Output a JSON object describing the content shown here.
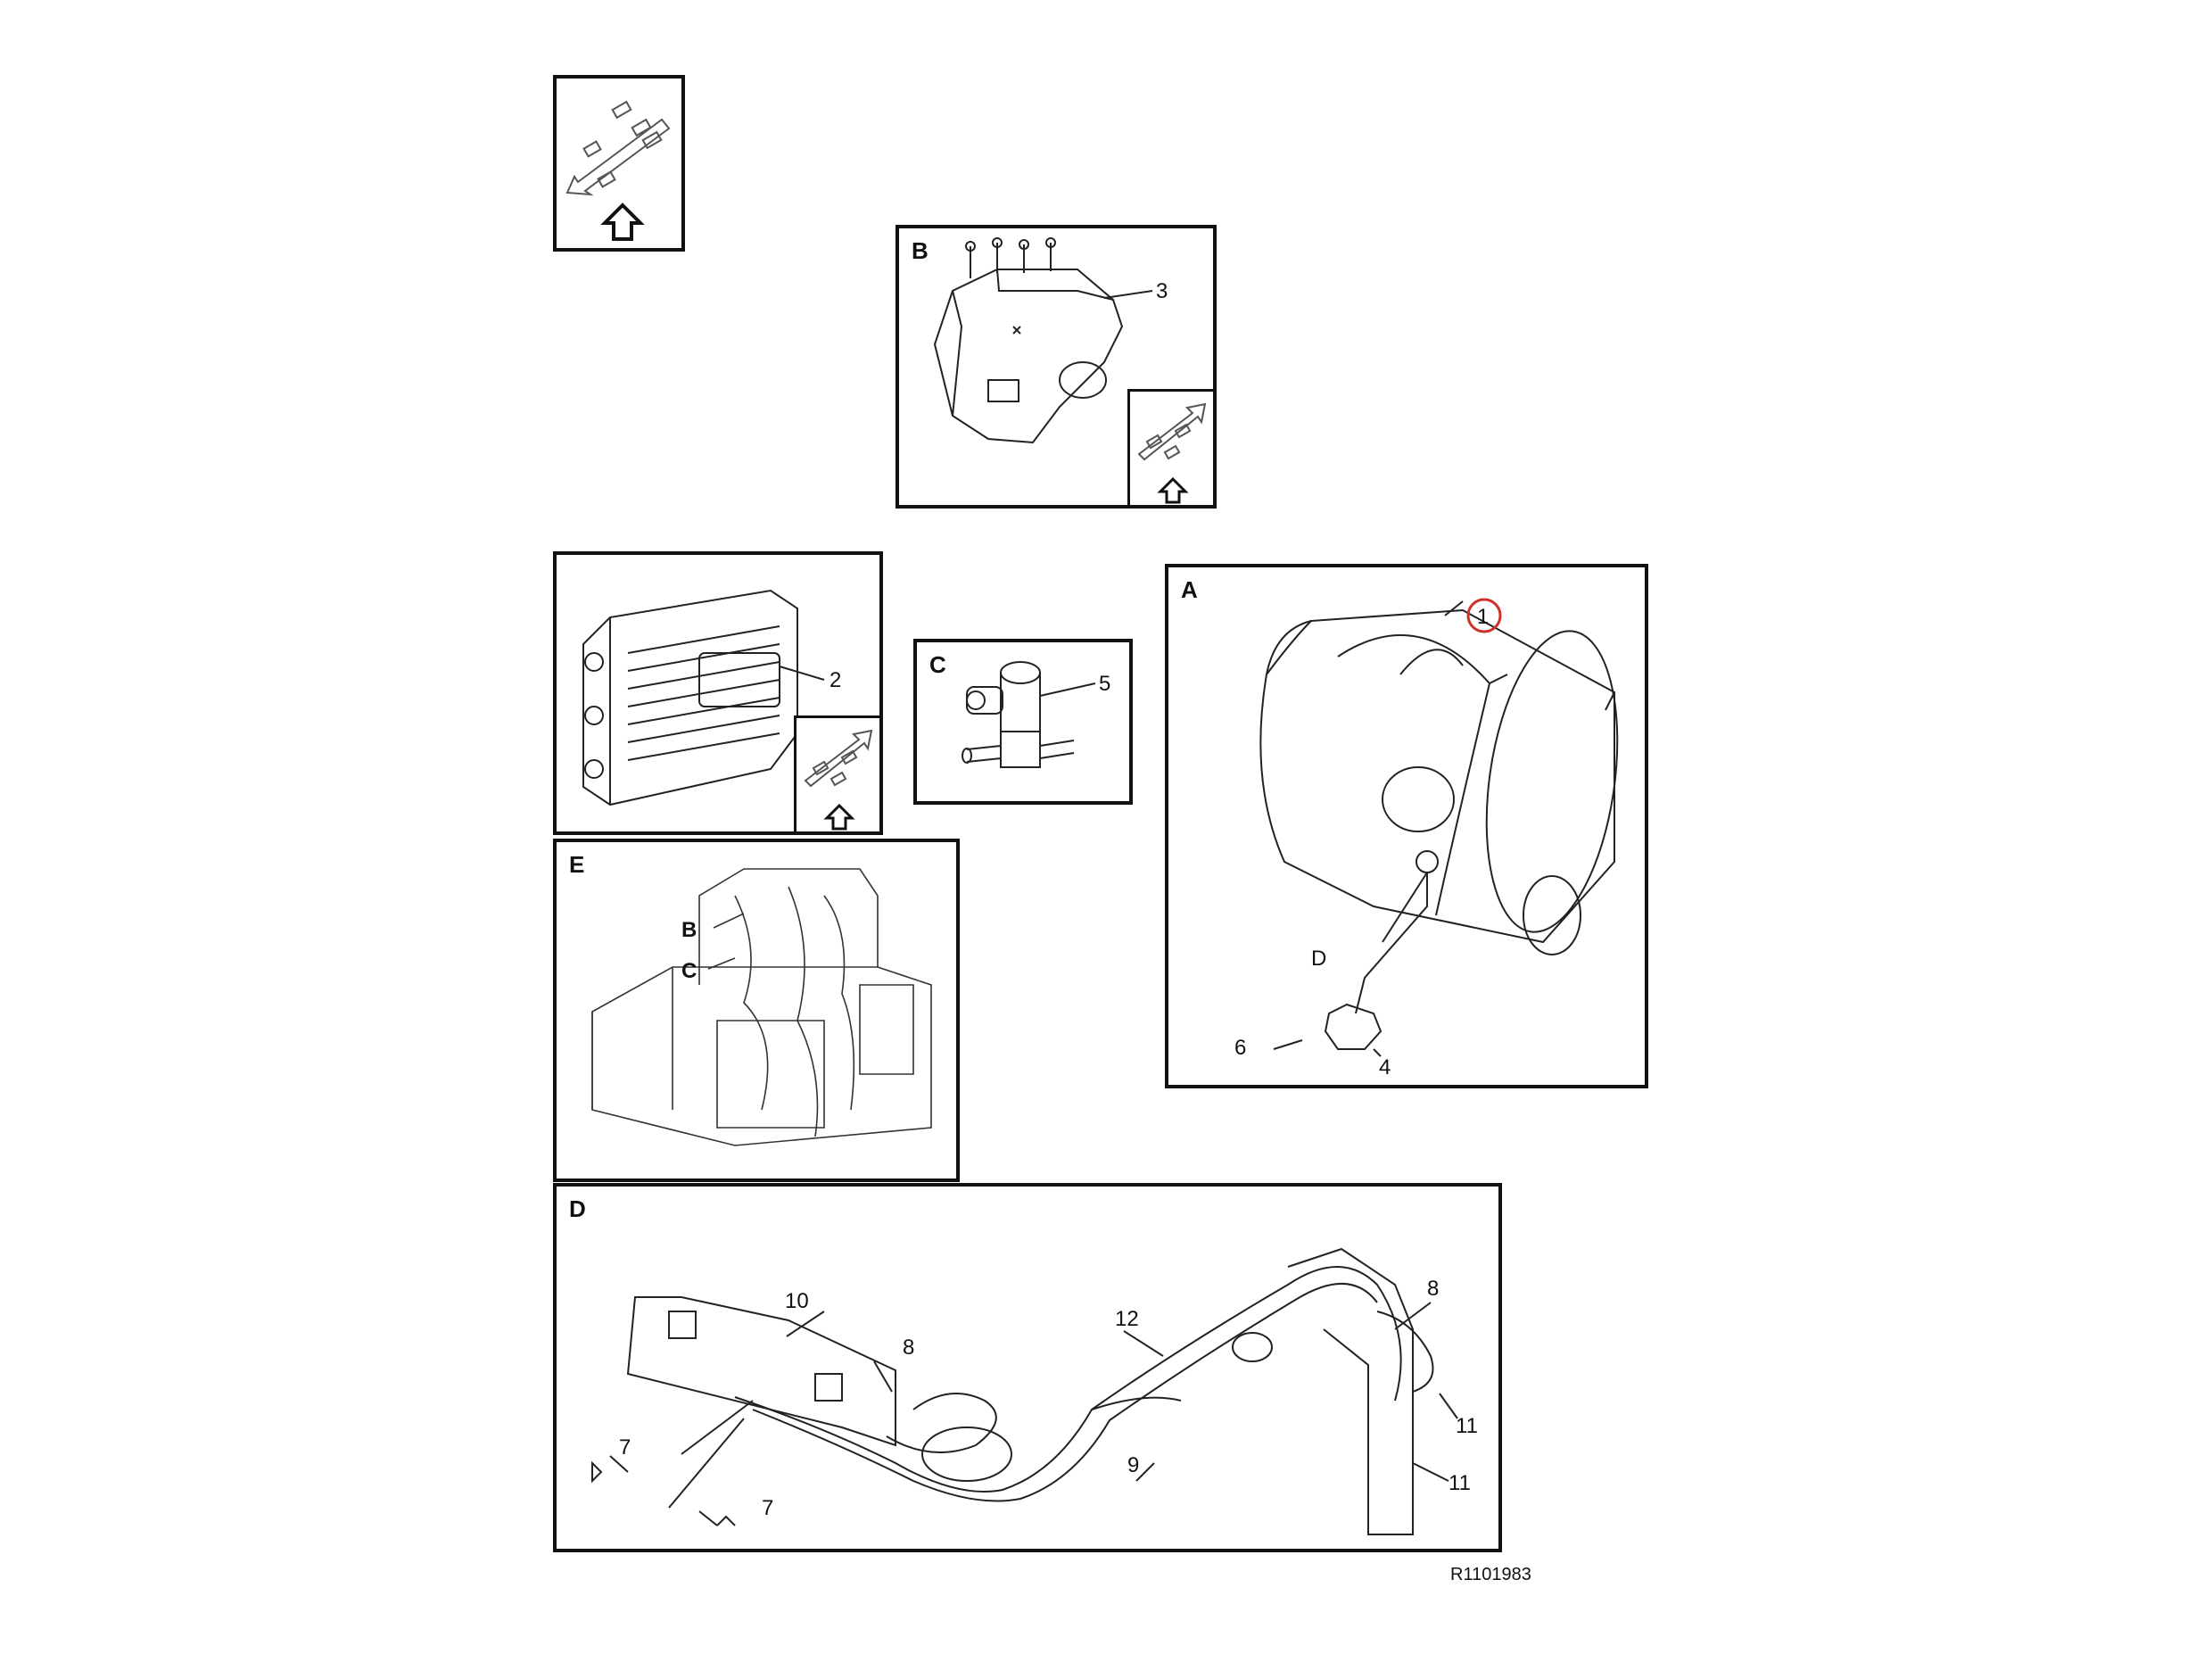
{
  "panels": {
    "b": {
      "letter": "B",
      "callouts": [
        "3"
      ]
    },
    "module": {
      "callouts": [
        "2"
      ]
    },
    "c": {
      "letter": "C",
      "callouts": [
        "5"
      ]
    },
    "a": {
      "letter": "A",
      "callouts": [
        "1",
        "D",
        "6",
        "4"
      ]
    },
    "e": {
      "letter": "E",
      "callouts": [
        "B",
        "C"
      ]
    },
    "d": {
      "letter": "D",
      "callouts": [
        "10",
        "8",
        "12",
        "8",
        "7",
        "7",
        "9",
        "11",
        "11"
      ]
    }
  },
  "reference_code": "R1101983",
  "highlight_color": "#d0302a",
  "icons": [
    "view-direction-icon",
    "up-arrow-icon"
  ]
}
